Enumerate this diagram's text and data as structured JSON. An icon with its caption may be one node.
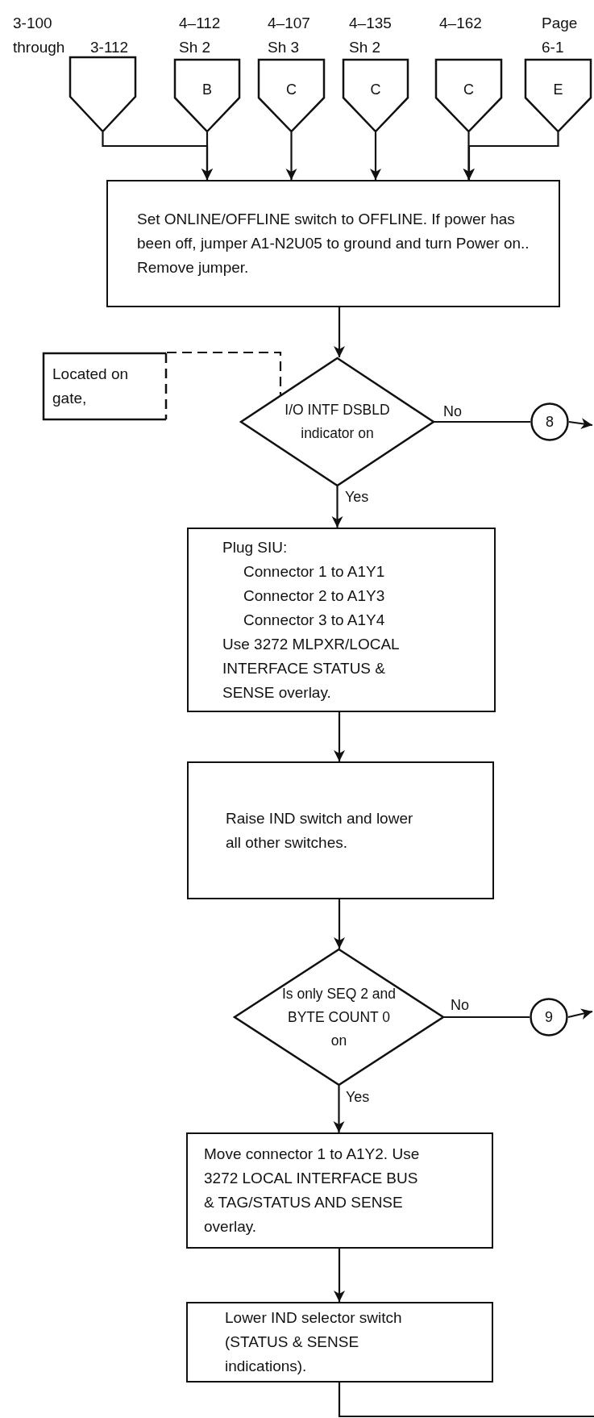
{
  "diagram": {
    "nodes": [
      {
        "text": [],
        "shape": "pentagon",
        "beside": [
          "3-100 through",
          "3-112"
        ]
      },
      {
        "text": [
          "B"
        ],
        "beside": [
          "4–112 Sh 2"
        ]
      },
      {
        "text": [
          "C"
        ],
        "beside": [
          "4–107 Sh 3"
        ]
      },
      {
        "text": [
          "C"
        ],
        "beside": [
          "4–135 Sh 2"
        ]
      },
      {
        "text": [
          "C"
        ],
        "beside": [
          "4–162"
        ]
      },
      {
        "text": [
          "E"
        ],
        "beside": [
          "Page 6-1"
        ]
      },
      {
        "text": [
          "Set ONLINE/OFFLINE switch to OFFLINE. If power has been off, jumper A1-N2U05 to ground and turn Power on.. Remove jumper."
        ]
      },
      {
        "text": [
          "Located on gate,"
        ]
      },
      {
        "text": [
          "I/O INTF DSBLD indicator on"
        ]
      },
      {
        "text": [
          "8"
        ]
      },
      {
        "text": [
          "Plug SIU:",
          "Connector 1 to A1Y1",
          "Connector 2 to A1Y3",
          "Connector 3 to A1Y4",
          "Use 3272 MLPXR/LOCAL INTERFACE STATUS & SENSE overlay."
        ]
      },
      {
        "text": [
          "Raise IND switch and lower all other switches."
        ]
      },
      {
        "text": [
          "Is only SEQ 2 and BYTE COUNT 0 on"
        ]
      },
      {
        "text": [
          "9"
        ]
      },
      {
        "text": [
          "Move connector 1 to A1Y2. Use 3272 LOCAL INTERFACE BUS & TAG/STATUS AND SENSE overlay."
        ]
      },
      {
        "text": [
          "Lower IND selector switch (STATUS & SENSE indications)."
        ]
      }
    ],
    "edges": [
      {
        "from": 0,
        "to": 6,
        "arrow": "to"
      },
      {
        "from": 1,
        "to": 6,
        "arrow": "to"
      },
      {
        "from": 2,
        "to": 6,
        "arrow": "to"
      },
      {
        "from": 3,
        "to": 6,
        "arrow": "to"
      },
      {
        "from": 4,
        "to": 6,
        "arrow": "to"
      },
      {
        "from": 5,
        "to": 6,
        "arrow": "to"
      },
      {
        "from": 6,
        "to": 8,
        "arrow": "to"
      },
      {
        "from": 7,
        "to": 8,
        "arrow": "none",
        "style": "dashed"
      },
      {
        "from": 8,
        "to": 9,
        "arrow": "none",
        "label": "No"
      },
      {
        "from": 9,
        "to": null,
        "arrow": "to"
      },
      {
        "from": 8,
        "to": 10,
        "arrow": "to",
        "label": "Yes"
      },
      {
        "from": 10,
        "to": 11,
        "arrow": "to"
      },
      {
        "from": 11,
        "to": 12,
        "arrow": "to"
      },
      {
        "from": 12,
        "to": 13,
        "arrow": "none",
        "label": "No"
      },
      {
        "from": 13,
        "to": null,
        "arrow": "to"
      },
      {
        "from": 12,
        "to": 14,
        "arrow": "to",
        "label": "Yes"
      },
      {
        "from": 14,
        "to": 15,
        "arrow": "to"
      },
      {
        "from": 15,
        "to": null,
        "arrow": "none"
      }
    ]
  }
}
